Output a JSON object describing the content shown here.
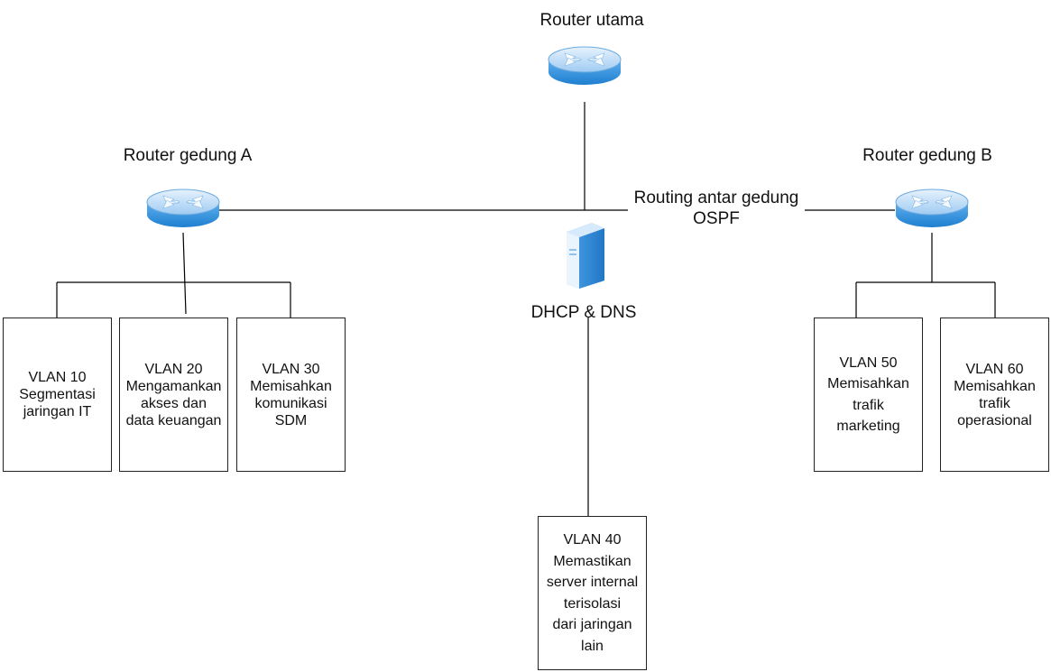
{
  "routers": {
    "main": {
      "label": "Router utama",
      "icon": "router-icon"
    },
    "building_a": {
      "label": "Router gedung A",
      "icon": "router-icon"
    },
    "building_b": {
      "label": "Router gedung B",
      "icon": "router-icon"
    }
  },
  "link_label": {
    "line1": "Routing antar gedung",
    "line2": "OSPF"
  },
  "server": {
    "label": "DHCP & DNS",
    "icon": "server-icon"
  },
  "vlans": [
    {
      "id": "VLAN 10",
      "lines": [
        "Segmentasi",
        "jaringan IT"
      ]
    },
    {
      "id": "VLAN 20",
      "lines": [
        "Mengamankan",
        "akses dan",
        "data keuangan"
      ]
    },
    {
      "id": "VLAN 30",
      "lines": [
        "Memisahkan",
        "komunikasi",
        "SDM"
      ]
    },
    {
      "id": "VLAN 40",
      "lines": [
        "Memastikan",
        "server internal",
        "terisolasi",
        "dari jaringan",
        "lain"
      ]
    },
    {
      "id": "VLAN 50",
      "lines": [
        "Memisahkan",
        "trafik",
        "marketing"
      ]
    },
    {
      "id": "VLAN 60",
      "lines": [
        "Memisahkan",
        "trafik",
        "operasional"
      ]
    }
  ],
  "colors": {
    "router_top": "#cfe4fb",
    "router_body": "#3a97e0",
    "line": "#000000"
  }
}
